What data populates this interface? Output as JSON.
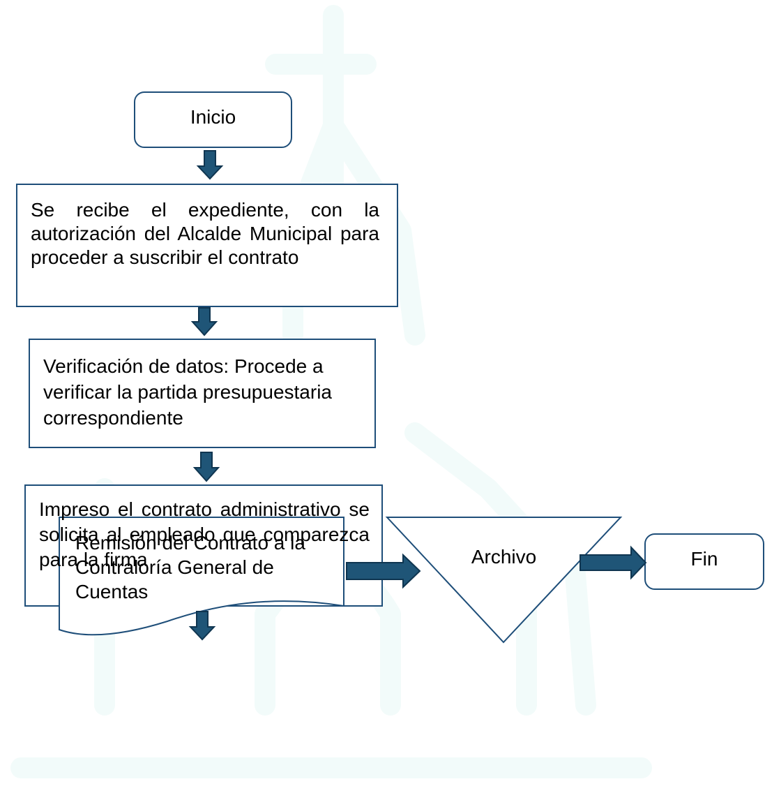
{
  "colors": {
    "box_border": "#1e4e79",
    "arrow_fill": "#1f5577",
    "arrow_stroke": "#0f3550",
    "watermark": "#f2fbfa",
    "text": "#000000",
    "background": "#ffffff"
  },
  "nodes": {
    "start": "Inicio",
    "receive": "Se recibe el expediente, con la autorización del Alcalde Municipal para proceder a suscribir el contrato",
    "verify": "Verificación de datos: Procede a verificar la partida presupuestaria correspondiente",
    "print": "Impreso el contrato administrativo se solicita al empleado que comparezca para la firma",
    "remit": "Remisión del Contrato a la Contraloría General de Cuentas",
    "archive": "Archivo",
    "end": "Fin"
  },
  "watermark": {
    "icon": "church-outline-icon"
  }
}
